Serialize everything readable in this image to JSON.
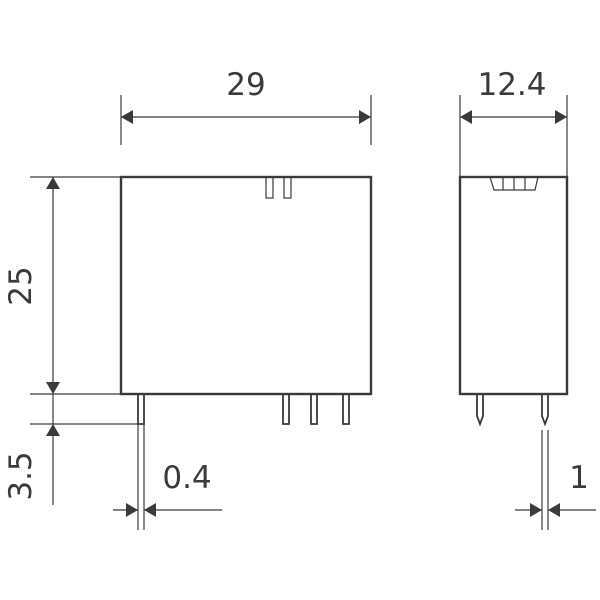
{
  "dimensions": {
    "width": "29",
    "side_width": "12.4",
    "height": "25",
    "pin_length": "3.5",
    "pin_thickness": "0.4",
    "pin_pitch_side": "1"
  }
}
